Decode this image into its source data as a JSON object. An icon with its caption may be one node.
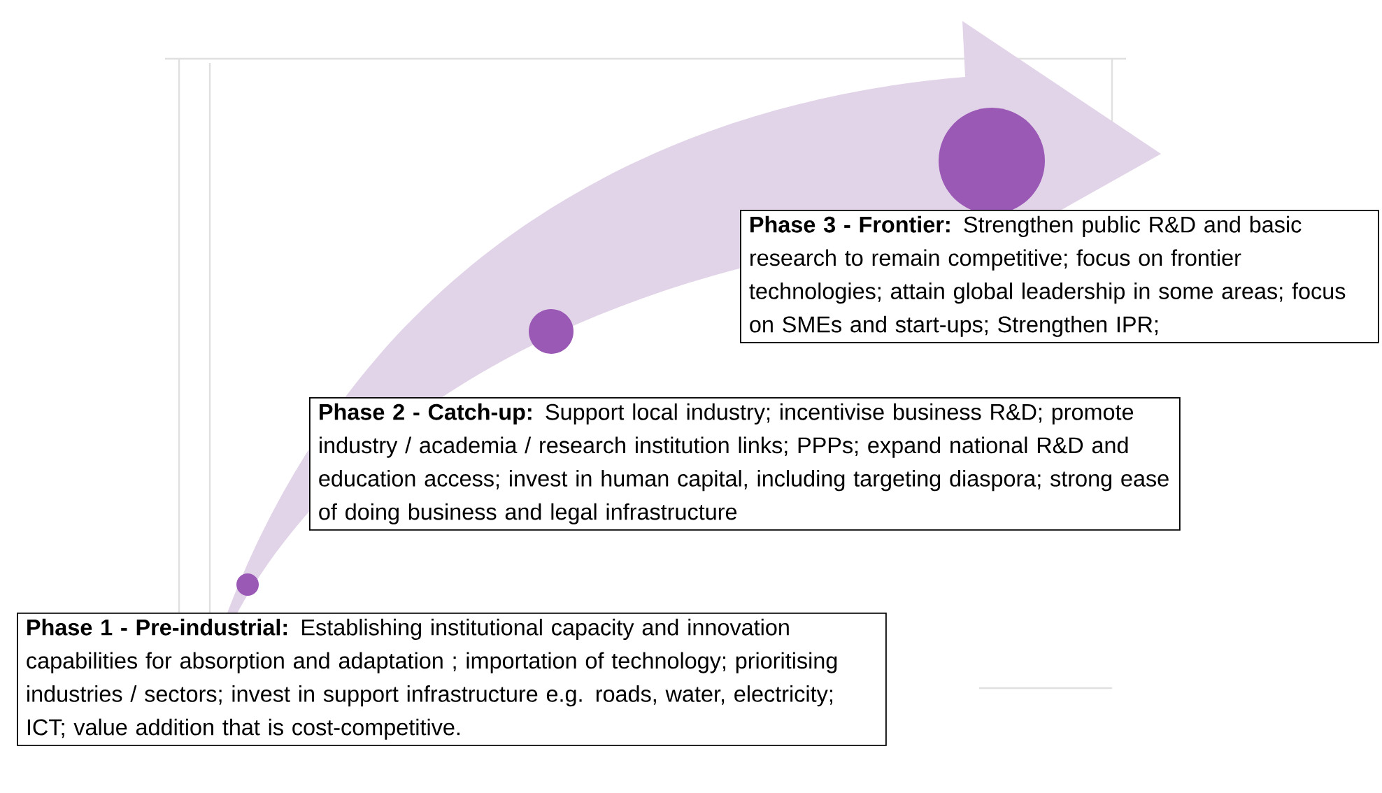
{
  "diagram": {
    "nodes": [
      {
        "text": [
          "**Phase 1 - Pre-industrial:** Establishing institutional capacity and innovation capabilities for absorption and adaptation ; importation of technology; prioritising industries / sectors; invest in support infrastructure e.g. roads, water, electricity; ICT; value addition that is cost-competitive."
        ]
      },
      {
        "text": [
          "**Phase 2 - Catch-up:** Support local industry; incentivise business R&D; promote industry / academia / research institution links; PPPs; expand national R&D and education access; invest in human capital, including targeting diaspora; strong ease of doing business and legal infrastructure"
        ]
      },
      {
        "text": [
          "**Phase 3 - Frontier:** Strengthen public R&D and basic research to remain competitive; focus on frontier technologies; attain global leadership in some areas; focus on SMEs and start-ups; Strengthen IPR;"
        ]
      }
    ]
  }
}
